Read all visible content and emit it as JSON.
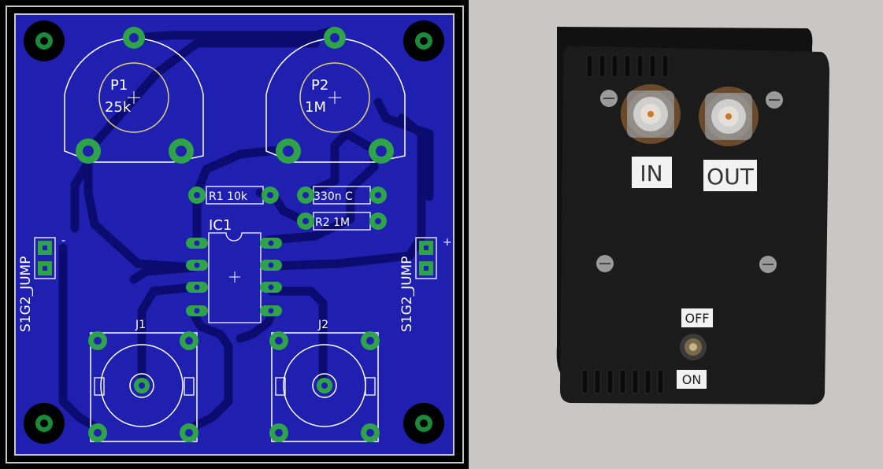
{
  "pcb": {
    "pot1": {
      "name": "P1",
      "value": "25k"
    },
    "pot2": {
      "name": "P2",
      "value": "1M"
    },
    "r1": {
      "label": "R1 10k"
    },
    "c": {
      "label": "330n  C"
    },
    "r2": {
      "label": "R2 1M"
    },
    "ic": {
      "label": "IC1"
    },
    "j1": {
      "label": "J1"
    },
    "j2": {
      "label": "J2"
    },
    "jumper_left": {
      "label": "S1G2_JUMP",
      "polarity": "-"
    },
    "jumper_right": {
      "label": "S1G2_JUMP",
      "polarity": "+"
    },
    "colors": {
      "board": "#1f1fb0",
      "copper": "#0c0c70",
      "pad": "#2ea34a",
      "silk": "#ffffff",
      "outline": "#c8c8c8"
    }
  },
  "photo": {
    "in_label": "IN",
    "out_label": "OUT",
    "off_label": "OFF",
    "on_label": "ON",
    "colors": {
      "background": "#c9c7c6",
      "enclosure": "#1b1b1b"
    }
  }
}
